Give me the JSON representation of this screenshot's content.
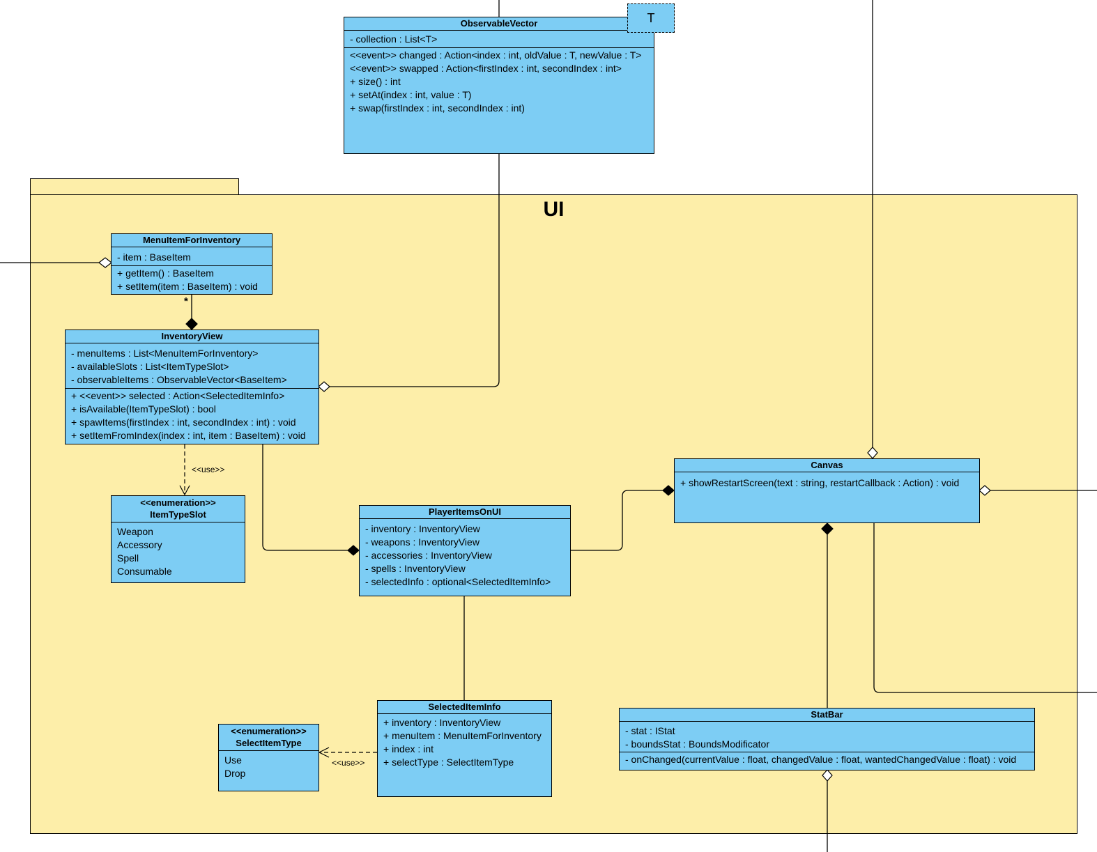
{
  "package": {
    "title": "UI"
  },
  "classes": {
    "observable_vector": {
      "name": "ObservableVector",
      "template_param": "T",
      "attributes": [
        "- collection : List<T>"
      ],
      "operations": [
        "<<event>> changed : Action<index : int, oldValue : T, newValue : T>",
        "<<event>> swapped : Action<firstIndex : int, secondIndex : int>",
        "+ size() : int",
        "+ setAt(index : int, value : T)",
        "+ swap(firstIndex : int, secondIndex : int)"
      ]
    },
    "menu_item": {
      "name": "MenuItemForInventory",
      "attributes": [
        "- item : BaseItem"
      ],
      "operations": [
        "+ getItem() : BaseItem",
        "+ setItem(item : BaseItem) : void"
      ]
    },
    "inventory_view": {
      "name": "InventoryView",
      "attributes": [
        "- menuItems : List<MenuItemForInventory>",
        "- availableSlots : List<ItemTypeSlot>",
        "- observableItems : ObservableVector<BaseItem>"
      ],
      "operations": [
        "+ <<event>> selected : Action<SelectedItemInfo>",
        "+ isAvailable(ItemTypeSlot) : bool",
        "+ spawItems(firstIndex : int, secondIndex : int) : void",
        "+ setItemFromIndex(index : int, item : BaseItem) : void"
      ]
    },
    "item_type_slot": {
      "stereotype": "<<enumeration>>",
      "name": "ItemTypeSlot",
      "values": [
        "Weapon",
        "Accessory",
        "Spell",
        "Consumable"
      ]
    },
    "player_items": {
      "name": "PlayerItemsOnUI",
      "attributes": [
        "- inventory : InventoryView",
        "- weapons : InventoryView",
        "- accessories : InventoryView",
        "- spells : InventoryView",
        "- selectedInfo : optional<SelectedItemInfo>"
      ]
    },
    "canvas": {
      "name": "Canvas",
      "operations": [
        "+ showRestartScreen(text : string, restartCallback : Action) : void"
      ]
    },
    "selected_item_info": {
      "name": "SelectedItemInfo",
      "attributes": [
        "+ inventory : InventoryView",
        "+ menuItem : MenuItemForInventory",
        "+ index : int",
        "+ selectType : SelectItemType"
      ]
    },
    "select_item_type": {
      "stereotype": "<<enumeration>>",
      "name": "SelectItemType",
      "values": [
        "Use",
        "Drop"
      ]
    },
    "stat_bar": {
      "name": "StatBar",
      "attributes": [
        "- stat : IStat",
        "- boundsStat : BoundsModificator"
      ],
      "operations": [
        "- onChanged(currentValue : float, changedValue : float, wantedChangedValue : float) : void"
      ]
    }
  },
  "labels": {
    "use_1": "<<use>>",
    "use_2": "<<use>>",
    "multiplicity_menu_items": "*"
  },
  "colors": {
    "class_fill": "#7dcdf4",
    "package_fill": "#fdeea9",
    "line": "#000000"
  }
}
